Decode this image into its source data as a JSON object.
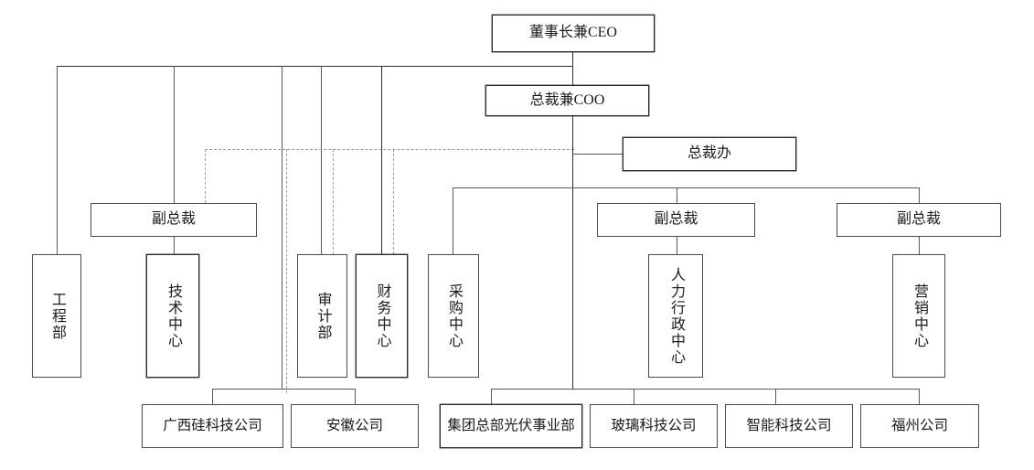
{
  "diagram": {
    "title": "Organizational Structure Chart",
    "line_color": "#5a5a5a",
    "dashed_line_color": "#9b9b9b",
    "box_border_color": "#4a4a4a",
    "background": "#ffffff"
  },
  "nodes": {
    "ceo": "董事长兼CEO",
    "coo": "总裁兼COO",
    "president_office": "总裁办",
    "vp_left": "副总裁",
    "vp_mid": "副总裁",
    "vp_right": "副总裁",
    "engineering": "工程部",
    "tech_center": "技术中心",
    "audit": "审计部",
    "finance_center": "财务中心",
    "procurement_center": "采购中心",
    "hr_admin_center": "人力行政中心",
    "marketing_center": "营销中心"
  },
  "subsidiaries": {
    "guangxi_silicon": "广西硅科技公司",
    "anhui": "安徽公司",
    "hq_pv_division": "集团总部光伏事业部",
    "glass_tech": "玻璃科技公司",
    "smart_tech": "智能科技公司",
    "fuzhou": "福州公司"
  }
}
